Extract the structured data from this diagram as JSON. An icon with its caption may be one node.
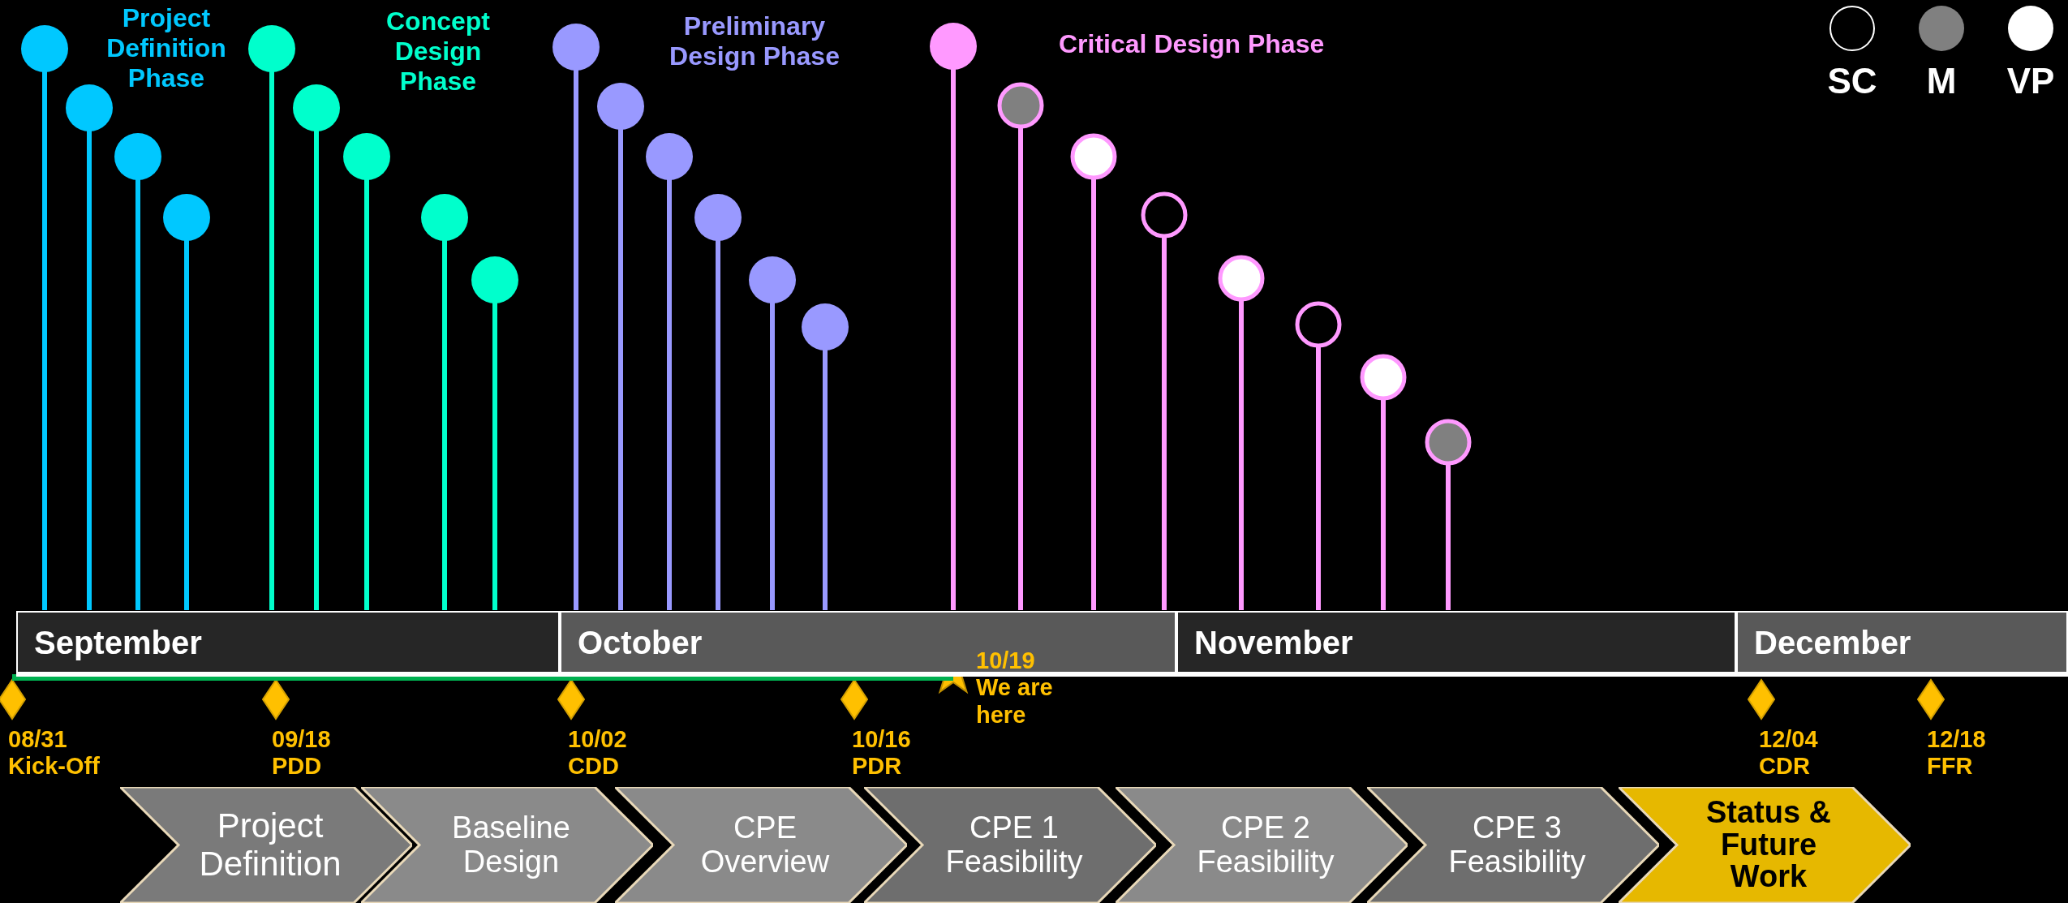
{
  "diagram": {
    "nodes": [
      {
        "text": [
          "September"
        ]
      },
      {
        "text": [
          "October"
        ]
      },
      {
        "text": [
          "November"
        ]
      },
      {
        "text": [
          "December"
        ]
      },
      {
        "text": [
          "Project Definition"
        ]
      },
      {
        "text": [
          "Baseline Design"
        ]
      },
      {
        "text": [
          "CPE Overview"
        ]
      },
      {
        "text": [
          "CPE 1 Feasibility"
        ]
      },
      {
        "text": [
          "CPE 2 Feasibility"
        ]
      },
      {
        "text": [
          "CPE 3 Feasibility"
        ]
      },
      {
        "text": [
          "Status & Future Work"
        ]
      }
    ],
    "labels": [
      "Project Definition Phase",
      "Concept Design Phase",
      "Preliminary Design Phase",
      "Critical Design Phase",
      "08/31 Kick-Off",
      "09/18 PDD",
      "10/02 CDD",
      "10/16 PDR",
      "10/19 We are here",
      "12/04 CDR",
      "12/18 FFR"
    ],
    "legend": [
      {
        "text": "SC"
      },
      {
        "text": "M",
        "color": "#808080"
      },
      {
        "text": "VP",
        "color": "#ffffff"
      }
    ]
  }
}
